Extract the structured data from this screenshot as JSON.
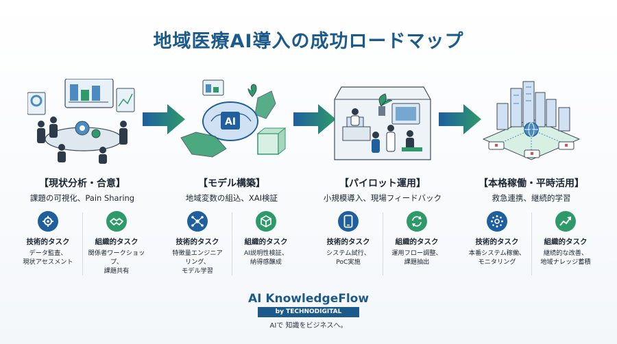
{
  "title": "地域医療AI導入の成功ロードマップ",
  "stages": [
    {
      "title": "【現状分析・合意】",
      "subtitle": "課題の可視化、Pain Sharing",
      "tech": {
        "label": "技術的タスク",
        "desc": [
          "データ監査、",
          "現状アセスメント"
        ],
        "icon": "gear-icon"
      },
      "org": {
        "label": "組織的タスク",
        "desc": [
          "関係者ワークショップ、",
          "課題共有"
        ],
        "icon": "handshake-icon"
      }
    },
    {
      "title": "【モデル構築】",
      "subtitle": "地域変数の組込、XAI検証",
      "tech": {
        "label": "技術的タスク",
        "desc": [
          "特徴量エンジニア",
          "リング、",
          "モデル学習"
        ],
        "icon": "network-icon"
      },
      "org": {
        "label": "組織的タスク",
        "desc": [
          "AI説明性検証、",
          "納得感醸成"
        ],
        "icon": "cube-icon"
      }
    },
    {
      "title": "【パイロット運用】",
      "subtitle": "小規模導入、現場フィードバック",
      "tech": {
        "label": "技術的タスク",
        "desc": [
          "システム試行、",
          "PoC実施"
        ],
        "icon": "tablet-icon"
      },
      "org": {
        "label": "組織的タスク",
        "desc": [
          "運用フロー調整、",
          "課題抽出"
        ],
        "icon": "refresh-icon"
      }
    },
    {
      "title": "【本格稼働・平時活用】",
      "subtitle": "救急連携、継続的学習",
      "tech": {
        "label": "技術的タスク",
        "desc": [
          "本番システム稼働、",
          "モニタリング"
        ],
        "icon": "hub-icon"
      },
      "org": {
        "label": "組織的タスク",
        "desc": [
          "継続的な改善、",
          "地域ナレッジ蓄積"
        ],
        "icon": "trend-up-icon"
      }
    }
  ],
  "brand": {
    "name": "AI KnowledgeFlow",
    "by": "by TECHNODIGITAL",
    "tagline": "AIで 知識をビジネスへ。"
  },
  "colors": {
    "accent": "#1d5a8c",
    "blue": "#1f5f9e",
    "green": "#2e9a6a"
  }
}
